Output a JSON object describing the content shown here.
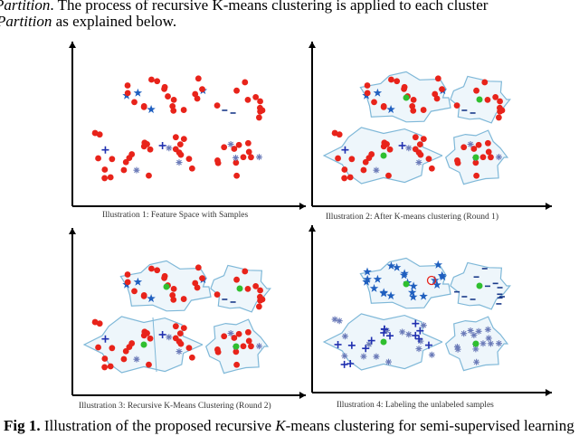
{
  "body_text": {
    "line1_prefix": "Partition",
    "line1_rest": ". The process of recursive K-means clustering is applied to each cluster",
    "line2_prefix": "Partition",
    "line2_rest": " as explained below."
  },
  "panels": [
    {
      "caption": "Illustration 1: Feature Space with Samples"
    },
    {
      "caption": "Illustration 2: After K-means clustering (Round 1)"
    },
    {
      "caption": "Illustration 3: Recursive K-Means Clustering (Round 2)"
    },
    {
      "caption": "Illustration 4: Labeling the unlabeled samples"
    }
  ],
  "figure_caption": {
    "label": "Fig 1.",
    "text_before": " Illustration of the proposed recursive ",
    "italic": "K",
    "text_after": "-means clustering for semi-supervised learning"
  },
  "colors": {
    "unlabeled": "#e8231a",
    "labeled": "#1f5fbf",
    "centroid": "#2fbf2f",
    "cluster_outline": "#7fb8d8",
    "cluster_fill": "#eef6fb"
  }
}
